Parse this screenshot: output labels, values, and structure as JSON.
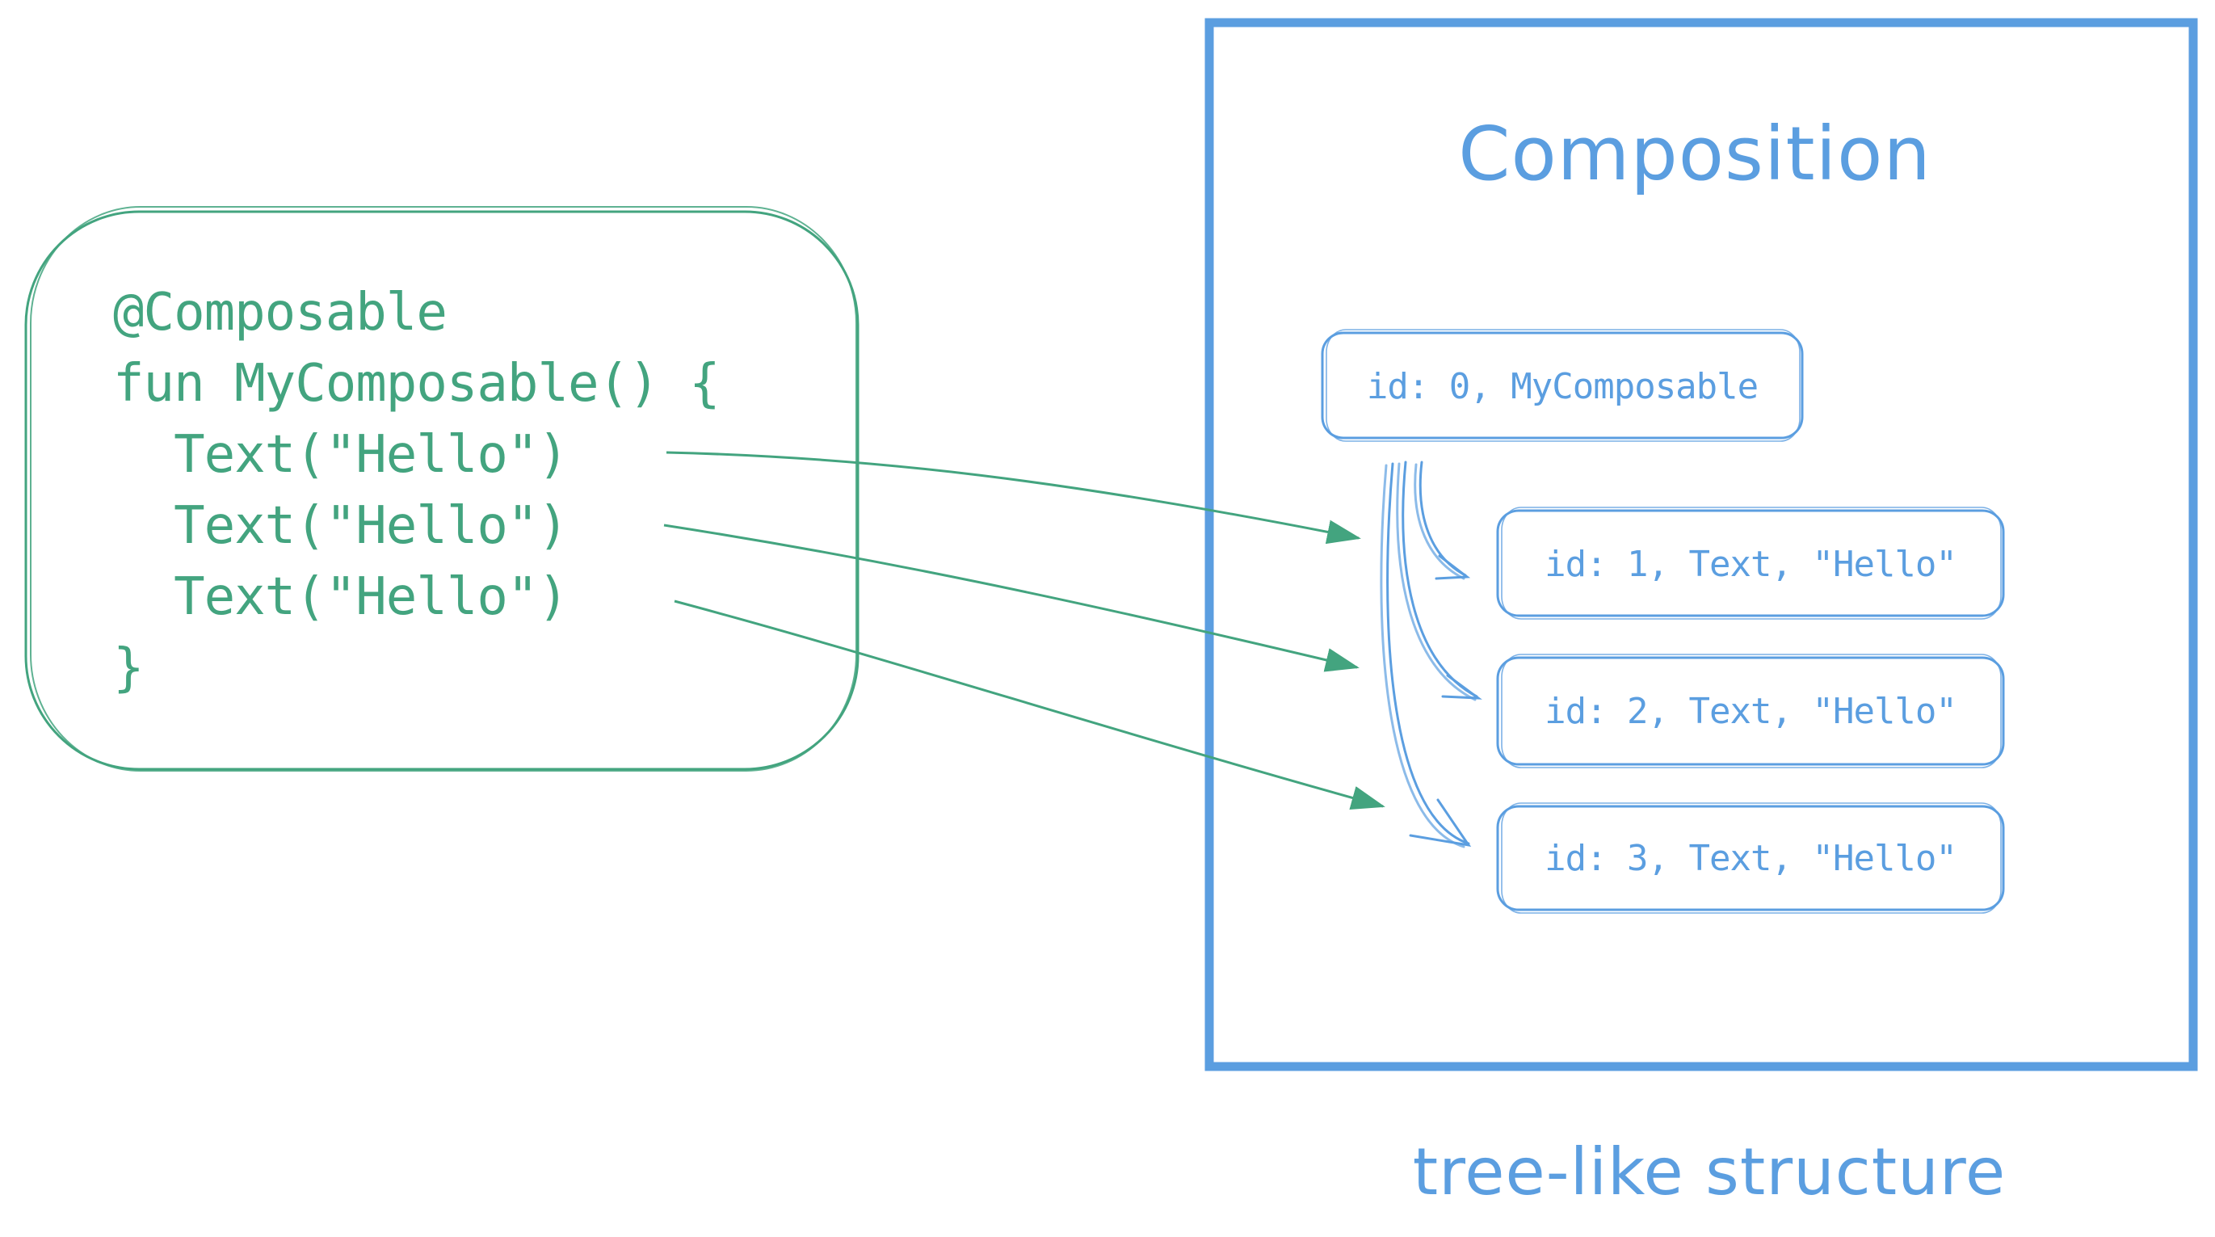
{
  "colors": {
    "code": "#43a47f",
    "composition": "#5b9ee0",
    "background": "#ffffff"
  },
  "code_block": {
    "lines": [
      "@Composable",
      "fun MyComposable() {",
      "  Text(\"Hello\")",
      "  Text(\"Hello\")",
      "  Text(\"Hello\")",
      "}"
    ]
  },
  "composition": {
    "title": "Composition",
    "caption": "tree-like structure",
    "nodes": [
      {
        "label": "id: 0, MyComposable"
      },
      {
        "label": "id: 1, Text, \"Hello\""
      },
      {
        "label": "id: 2, Text, \"Hello\""
      },
      {
        "label": "id: 3, Text, \"Hello\""
      }
    ]
  }
}
